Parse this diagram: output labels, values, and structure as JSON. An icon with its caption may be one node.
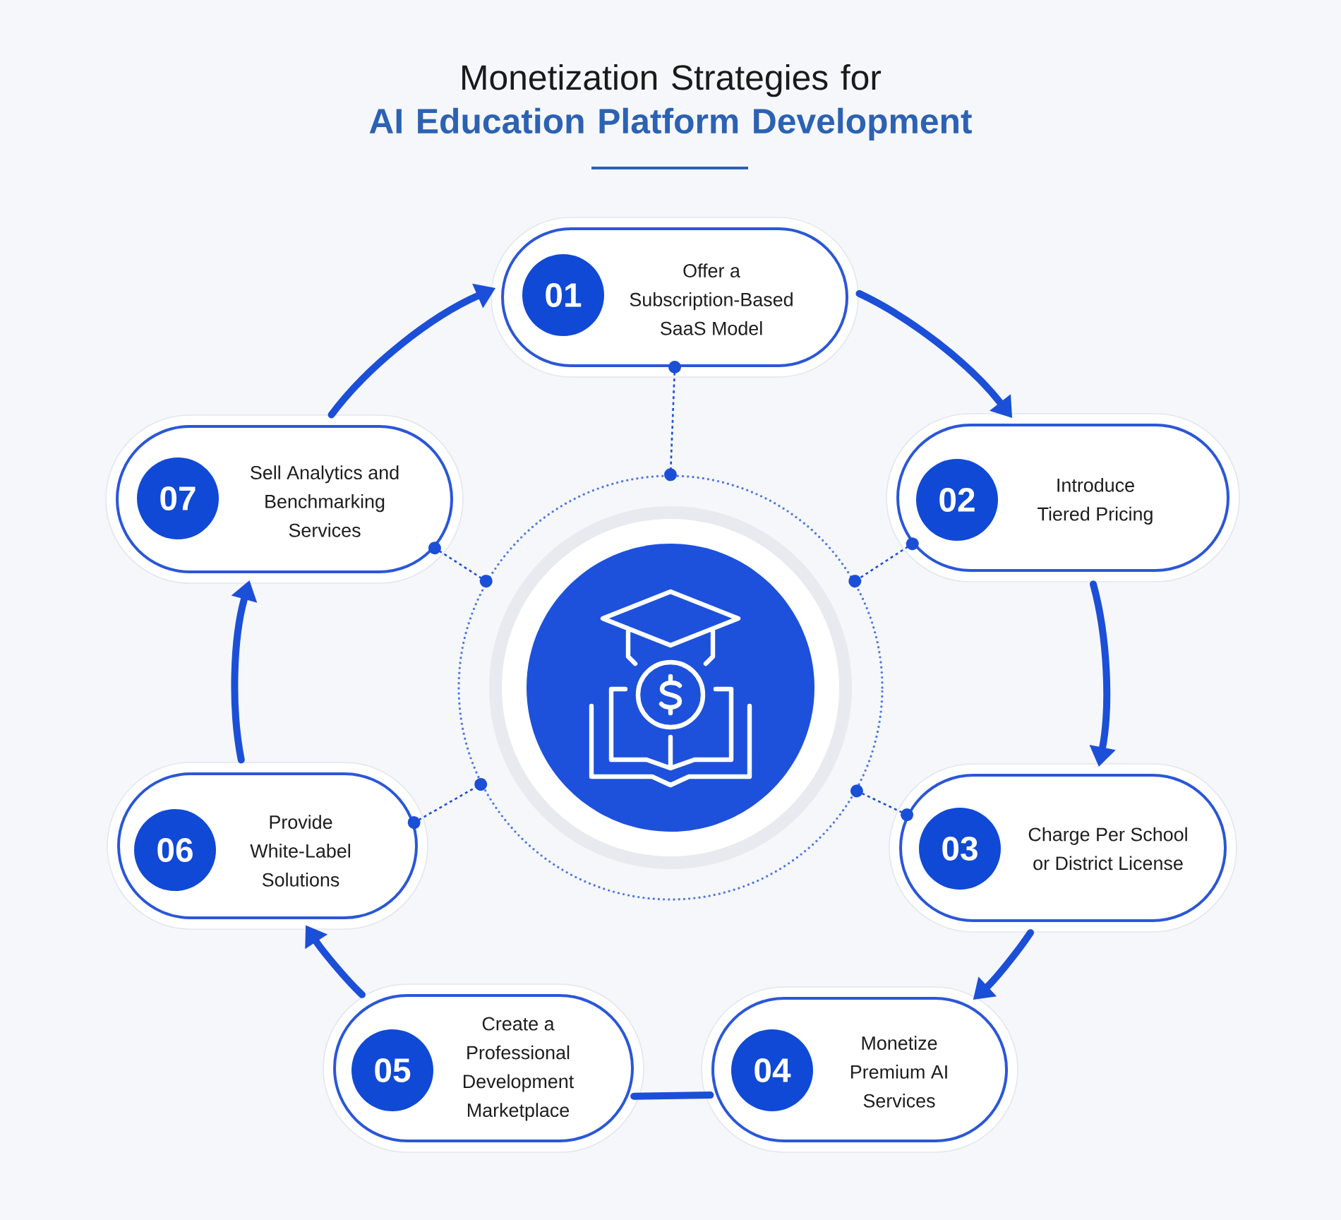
{
  "diagram": {
    "title": "Monetization Strategies for **AI Education Platform Development**",
    "nodes": [
      {
        "text": [
          "Offer a Subscription-Based SaaS Model"
        ]
      },
      {
        "text": [
          "01"
        ],
        "in": 0
      },
      {
        "text": [
          "Introduce Tiered Pricing"
        ]
      },
      {
        "text": [
          "02"
        ],
        "in": 2
      },
      {
        "text": [
          "Charge Per School or District License"
        ]
      },
      {
        "text": [
          "03"
        ],
        "in": 4
      },
      {
        "text": [
          "Monetize Premium AI Services"
        ]
      },
      {
        "text": [
          "04"
        ],
        "in": 6
      },
      {
        "text": [
          "Create a Professional Development Marketplace"
        ]
      },
      {
        "text": [
          "05"
        ],
        "in": 8
      },
      {
        "text": [
          "Provide White-Label Solutions"
        ]
      },
      {
        "text": [
          "06"
        ],
        "in": 10
      },
      {
        "text": [
          "Sell Analytics and Benchmarking Services"
        ]
      },
      {
        "text": [
          "07"
        ],
        "in": 12
      },
      {
        "text": [],
        "shape": "circle"
      }
    ],
    "edges": [
      {
        "from": 12,
        "to": 0,
        "arrow": "to"
      },
      {
        "from": 0,
        "to": 2,
        "arrow": "to"
      },
      {
        "from": 2,
        "to": 4,
        "arrow": "to"
      },
      {
        "from": 4,
        "to": 6,
        "arrow": "to"
      },
      {
        "from": 6,
        "to": 8,
        "arrow": "none"
      },
      {
        "from": 8,
        "to": 10,
        "arrow": "to"
      },
      {
        "from": 10,
        "to": 12,
        "arrow": "to"
      },
      {
        "from": 0,
        "to": 14,
        "arrow": "other",
        "style": "dashed"
      },
      {
        "from": 2,
        "to": 14,
        "arrow": "other",
        "style": "dashed"
      },
      {
        "from": 4,
        "to": 14,
        "arrow": "other",
        "style": "dashed"
      },
      {
        "from": 10,
        "to": 14,
        "arrow": "other",
        "style": "dashed"
      },
      {
        "from": 12,
        "to": 14,
        "arrow": "other",
        "style": "dashed"
      }
    ]
  }
}
